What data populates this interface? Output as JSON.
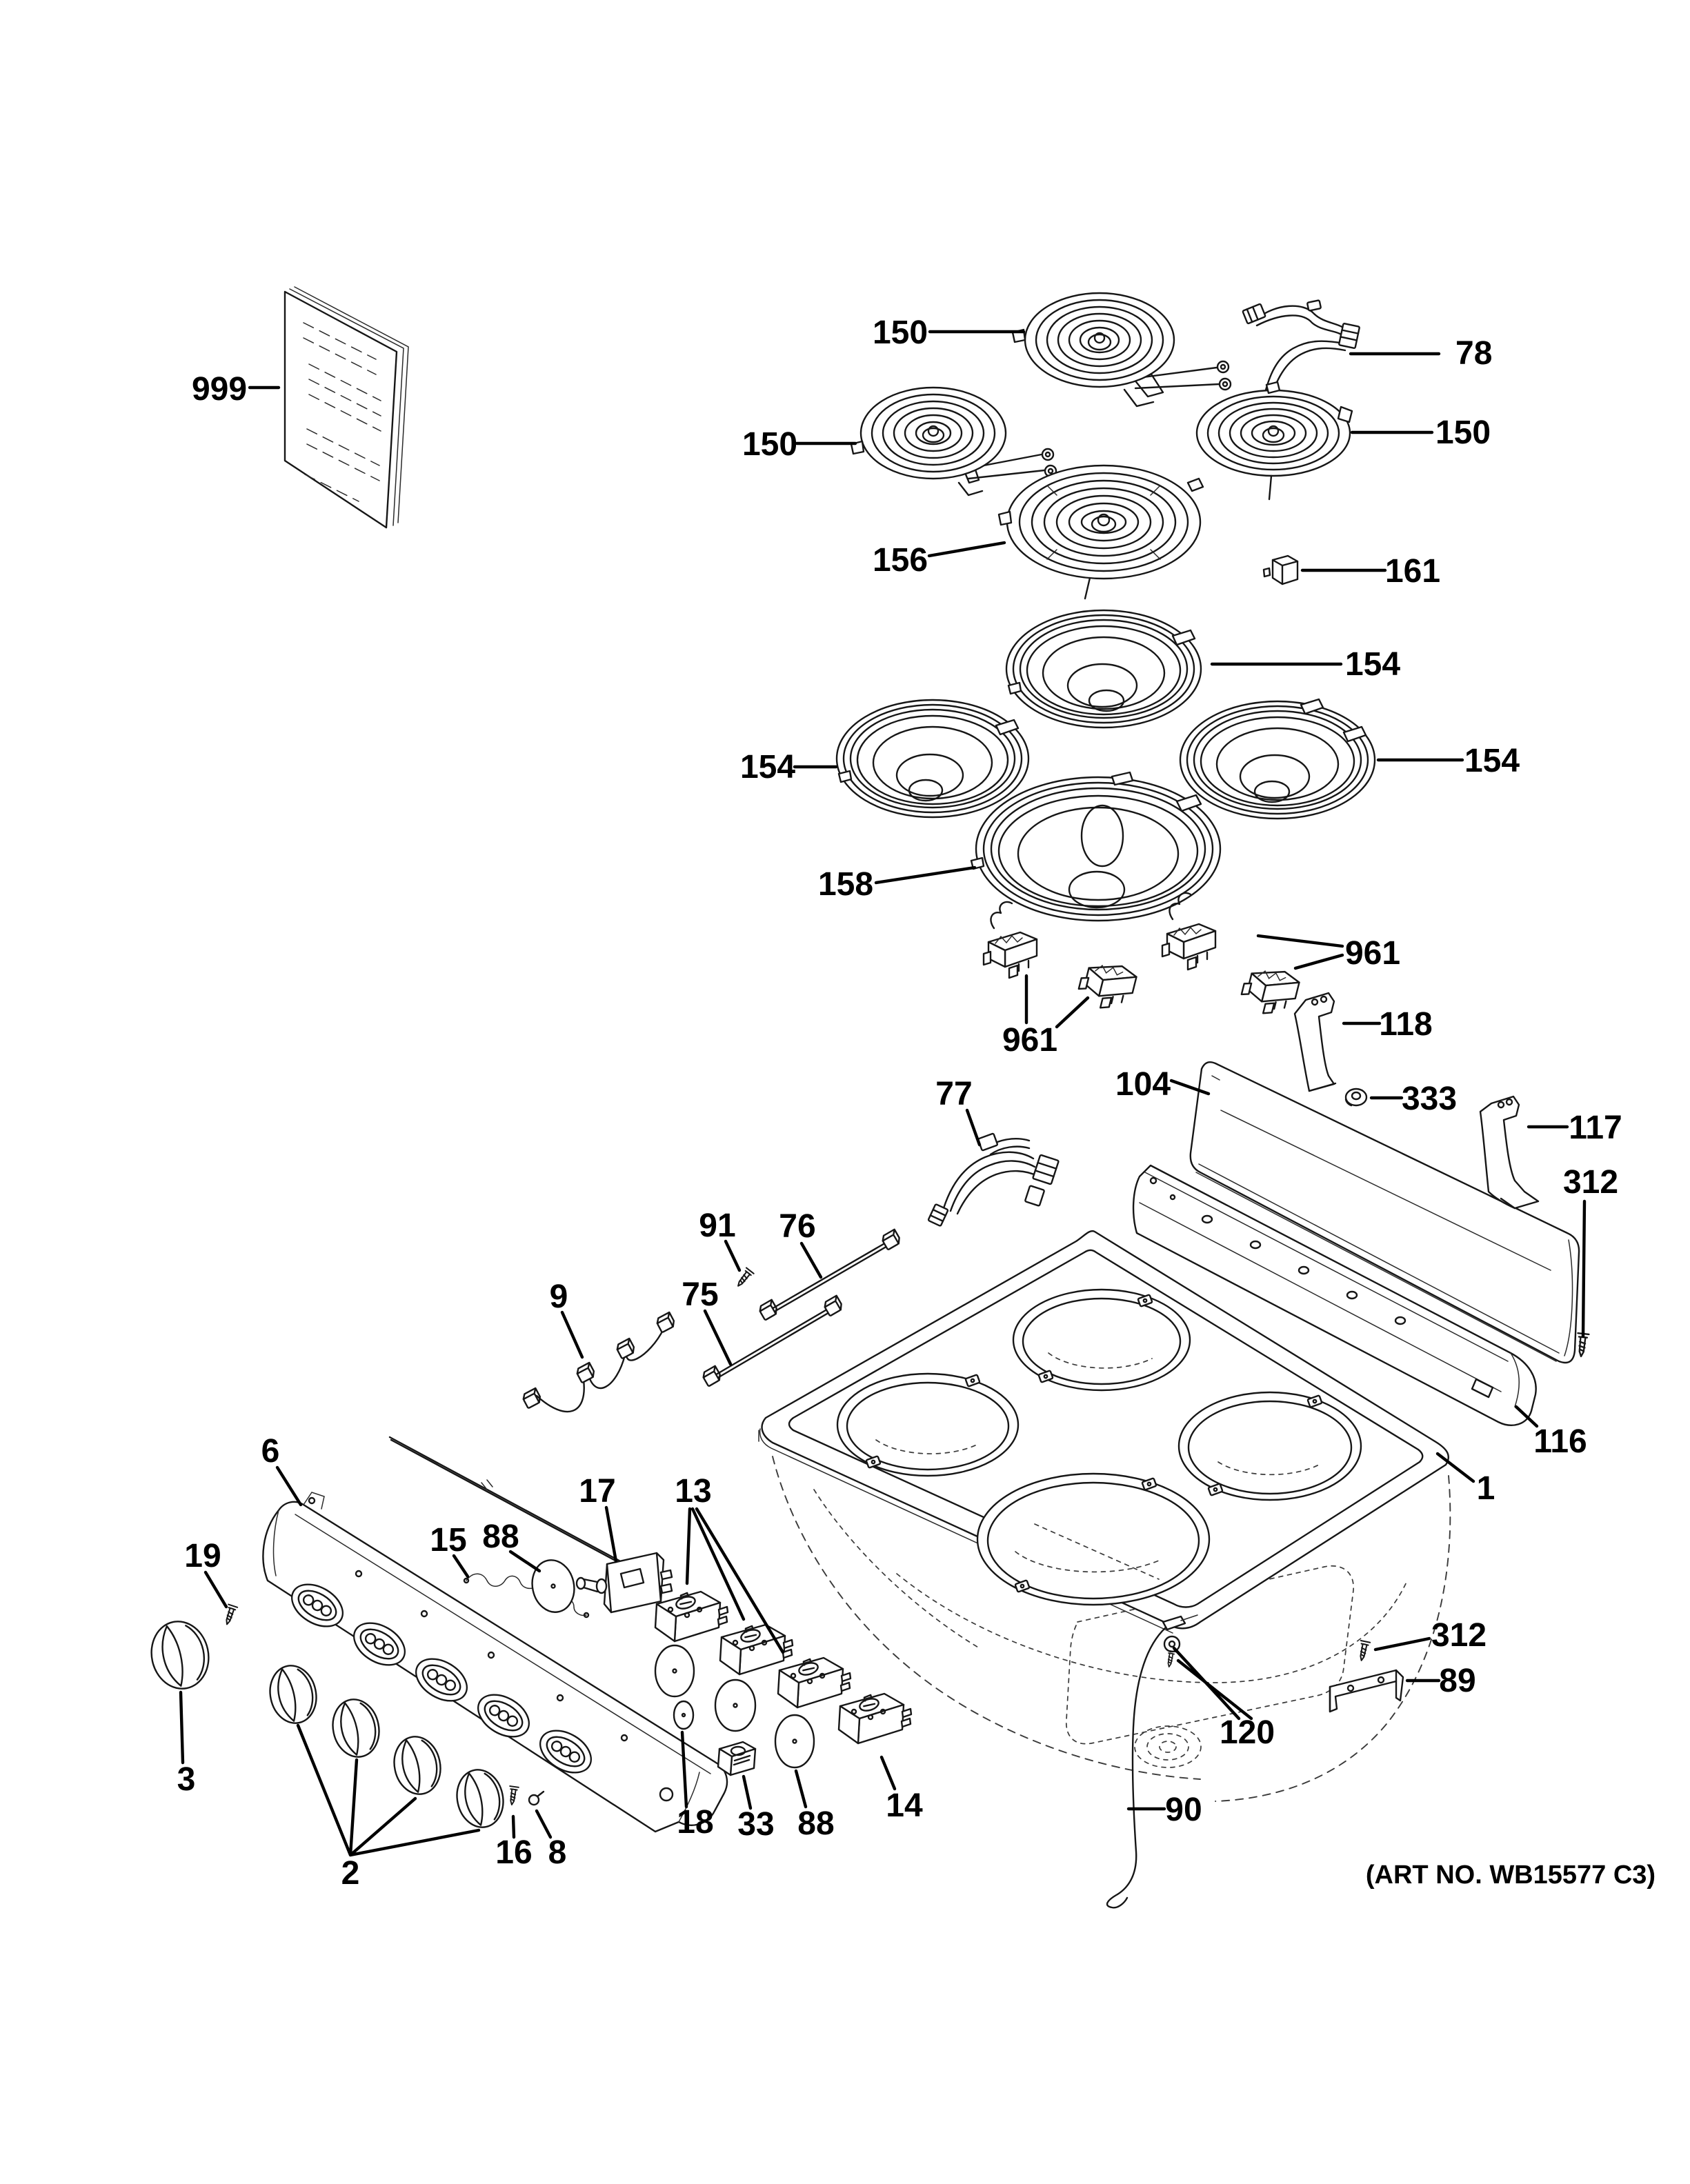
{
  "diagram": {
    "type": "exploded-parts-diagram",
    "subject": "electric range cooktop and control panel section",
    "footer": {
      "art_no": "(ART NO. WB15577 C3)"
    },
    "labels": [
      {
        "id": "999",
        "text": "999"
      },
      {
        "id": "150-top",
        "text": "150"
      },
      {
        "id": "78",
        "text": "78"
      },
      {
        "id": "150-left",
        "text": "150"
      },
      {
        "id": "150-right",
        "text": "150"
      },
      {
        "id": "156",
        "text": "156"
      },
      {
        "id": "161",
        "text": "161"
      },
      {
        "id": "154-top",
        "text": "154"
      },
      {
        "id": "154-left",
        "text": "154"
      },
      {
        "id": "154-right",
        "text": "154"
      },
      {
        "id": "158",
        "text": "158"
      },
      {
        "id": "961-right",
        "text": "961"
      },
      {
        "id": "961-left",
        "text": "961"
      },
      {
        "id": "118",
        "text": "118"
      },
      {
        "id": "104",
        "text": "104"
      },
      {
        "id": "333",
        "text": "333"
      },
      {
        "id": "117",
        "text": "117"
      },
      {
        "id": "312-top",
        "text": "312"
      },
      {
        "id": "77",
        "text": "77"
      },
      {
        "id": "91",
        "text": "91"
      },
      {
        "id": "76",
        "text": "76"
      },
      {
        "id": "9",
        "text": "9"
      },
      {
        "id": "75",
        "text": "75"
      },
      {
        "id": "6",
        "text": "6"
      },
      {
        "id": "17",
        "text": "17"
      },
      {
        "id": "13",
        "text": "13"
      },
      {
        "id": "19",
        "text": "19"
      },
      {
        "id": "15",
        "text": "15"
      },
      {
        "id": "88-top",
        "text": "88"
      },
      {
        "id": "3",
        "text": "3"
      },
      {
        "id": "2",
        "text": "2"
      },
      {
        "id": "16",
        "text": "16"
      },
      {
        "id": "8",
        "text": "8"
      },
      {
        "id": "18",
        "text": "18"
      },
      {
        "id": "33",
        "text": "33"
      },
      {
        "id": "88-bottom",
        "text": "88"
      },
      {
        "id": "14",
        "text": "14"
      },
      {
        "id": "1",
        "text": "1"
      },
      {
        "id": "116",
        "text": "116"
      },
      {
        "id": "312-bottom",
        "text": "312"
      },
      {
        "id": "89",
        "text": "89"
      },
      {
        "id": "120",
        "text": "120"
      },
      {
        "id": "90",
        "text": "90"
      }
    ]
  }
}
